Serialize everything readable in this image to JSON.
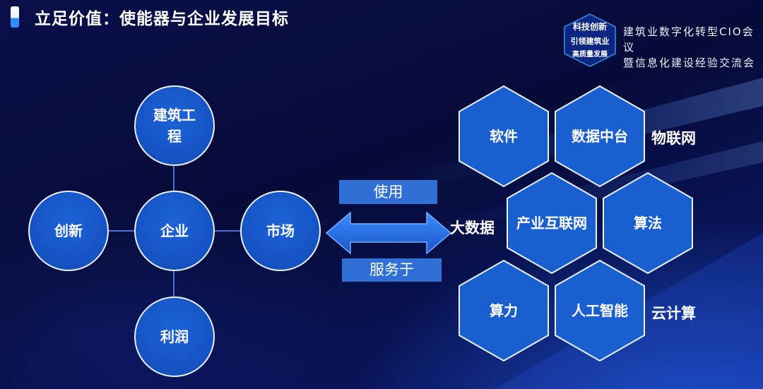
{
  "page": {
    "title": "立足价值：使能器与企业发展目标"
  },
  "conference": {
    "logo_text": [
      "科技创新",
      "引领建筑业",
      "高质量发展"
    ],
    "line1": "建筑业数字化转型CIO会议",
    "line2": "暨信息化建设经验交流会"
  },
  "left_diagram": {
    "center": "企业",
    "top": "建筑工程",
    "left": "创新",
    "right": "市场",
    "bottom": "利润"
  },
  "arrow": {
    "top_label": "使用",
    "bottom_label": "服务于"
  },
  "hexagons": {
    "software": "软件",
    "data_middle": "数据中台",
    "industrial_internet": "产业互联网",
    "algorithm": "算法",
    "compute": "算力",
    "ai": "人工智能"
  },
  "side_labels": {
    "iot": "物联网",
    "big_data": "大数据",
    "cloud": "云计算"
  },
  "colors": {
    "background": "#070b38",
    "circle_fill": "#1552c2",
    "hex_fill": "#1a5fd0",
    "band": "#2f6fd6"
  }
}
